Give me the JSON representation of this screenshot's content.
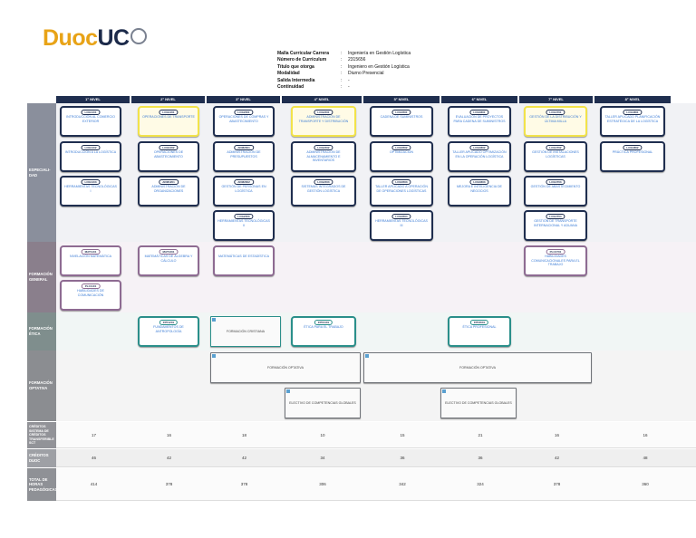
{
  "logo": {
    "duoc": "Duoc",
    "uc": "UC"
  },
  "meta": [
    {
      "k": "Malla Curricular Carrera",
      "v": "Ingeniería en Gestión Logística"
    },
    {
      "k": "Número de Currículum",
      "v": "2315656"
    },
    {
      "k": "Título que otorga",
      "v": "Ingeniero en Gestión Logística"
    },
    {
      "k": "Modalidad",
      "v": "Diurno Presencial"
    },
    {
      "k": "Salida Intermedia",
      "v": "-"
    },
    {
      "k": "Continuidad",
      "v": "-"
    }
  ],
  "levels": [
    "1° NIVEL",
    "2° NIVEL",
    "3° NIVEL",
    "4° NIVEL",
    "5° NIVEL",
    "6° NIVEL",
    "7° NIVEL",
    "8° NIVEL"
  ],
  "categories": [
    "ESPECIALI-DAD",
    "FORMACIÓN GENERAL",
    "FORMACIÓN ÉTICA",
    "FORMACIÓN OPTATIVA",
    "CRÉDITOS SISTEMA DE CRÉDITOS TRANSFERIBLE SCT",
    "CRÉDITOS DUOC",
    "TOTAL DE HORAS PEDAGÓGICAS"
  ],
  "courses": [
    {
      "code": "LOG1101",
      "name": "INTRODUCCIÓN AL COMERCIO EXTERIOR"
    },
    {
      "code": "LOG1102",
      "name": "INTRODUCCIÓN A LA LOGÍSTICA"
    },
    {
      "code": "LOG1103",
      "name": "HERRAMIENTAS TECNOLÓGICAS I"
    },
    {
      "code": "LOG1201",
      "name": "OPERACIONES DE TRANSPORTE"
    },
    {
      "code": "LOG1202",
      "name": "OPERACIONES DE ABASTECIMIENTO"
    },
    {
      "code": "ADM1201",
      "name": "ADMINISTRACIÓN DE ORGANIZACIONES"
    },
    {
      "code": "LOG2301",
      "name": "OPERACIONES DE COMPRAS Y ABASTECIMIENTO"
    },
    {
      "code": "ADM2301",
      "name": "ADMINISTRACIÓN DE PRESUPUESTOS"
    },
    {
      "code": "ADM2302",
      "name": "GESTIÓN DE PERSONAS EN LOGÍSTICA"
    },
    {
      "code": "LOG2303",
      "name": "HERRAMIENTAS TECNOLÓGICAS II"
    },
    {
      "code": "LOG2401",
      "name": "ADMINISTRACIÓN DE TRANSPORTE Y DISTRIBUCIÓN"
    },
    {
      "code": "LOG2402",
      "name": "ADMINISTRACIÓN DE ALMACENAMIENTO E INVENTARIOS"
    },
    {
      "code": "LOG2403",
      "name": "SISTEMAS INTEGRADOS DE GESTIÓN LOGÍSTICA"
    },
    {
      "code": "LOG3501",
      "name": "CADENA DE SUMINISTROS"
    },
    {
      "code": "LOG3502",
      "name": "OPTIMIZACIÓN"
    },
    {
      "code": "LOG3503",
      "name": "TALLER APLICADO A OPERACIÓN DE OPERACIONES LOGÍSTICAS"
    },
    {
      "code": "LOG3504",
      "name": "HERRAMIENTAS TECNOLÓGICAS III"
    },
    {
      "code": "LOG3601",
      "name": "EVALUACIÓN DE PROYECTOS PARA CADENA DE SUMINISTROS"
    },
    {
      "code": "LOG3602",
      "name": "TALLER APLICADO OPTIMIZACIÓN EN LA OPERACIÓN LOGÍSTICA"
    },
    {
      "code": "LOG3603",
      "name": "MEJORA E INTELIGENCIA DE NEGOCIOS"
    },
    {
      "code": "LOG4701",
      "name": "GESTIÓN DE LA DISTRIBUCIÓN Y ÚLTIMA MILLA"
    },
    {
      "code": "LOG4702",
      "name": "GESTIÓN DE INSTALACIONES LOGÍSTICAS"
    },
    {
      "code": "LOG4703",
      "name": "GESTIÓN DE ABASTECIMIENTO"
    },
    {
      "code": "LOG4704",
      "name": "GESTIÓN DE TRANSPORTE INTERNACIONAL Y ADUANA"
    },
    {
      "code": "LOG4801",
      "name": "TALLER APLICADO PLANIFICACIÓN ESTRATÉGICA DE LA LOGÍSTICA"
    },
    {
      "code": "LOG4802",
      "name": "PRÁCTICA PROFESIONAL"
    },
    {
      "code": "MAT1101",
      "name": "NIVELACIÓN MATEMÁTICA"
    },
    {
      "code": "PLC1101",
      "name": "HABILIDADES DE COMUNICACIÓN"
    },
    {
      "code": "MAT1201",
      "name": "MATEMÁTICAS DE ÁLGEBRA Y CÁLCULO"
    },
    {
      "code": "",
      "name": "MATEMÁTICAS DE ESTADÍSTICA"
    },
    {
      "code": "PLC4701",
      "name": "HABILIDADES COMUNICACIONALES PARA EL TRABAJO"
    },
    {
      "code": "FPF1201",
      "name": "FUNDAMENTOS DE ANTROPOLOGÍA"
    },
    {
      "code": "",
      "name": "FORMACIÓN CRISTIANA"
    },
    {
      "code": "FPF2401",
      "name": "ÉTICA PARA EL TRABAJO"
    },
    {
      "code": "FPF3601",
      "name": "ÉTICA PROFESIONAL"
    },
    {
      "code": "",
      "name": "FORMACIÓN OPTATIVA"
    },
    {
      "code": "",
      "name": "FORMACIÓN OPTATIVA"
    },
    {
      "code": "",
      "name": "ELECTIVO DE COMPETENCIAS GLOBALES"
    },
    {
      "code": "",
      "name": "ELECTIVO DE COMPETENCIAS GLOBALES"
    }
  ],
  "totals": {
    "sct": [
      "17",
      "16",
      "18",
      "10",
      "15",
      "21",
      "16",
      "16"
    ],
    "duoc": [
      "46",
      "42",
      "42",
      "34",
      "36",
      "36",
      "42",
      "48"
    ],
    "horas": [
      "414",
      "378",
      "378",
      "306",
      "342",
      "324",
      "378",
      "360"
    ]
  }
}
